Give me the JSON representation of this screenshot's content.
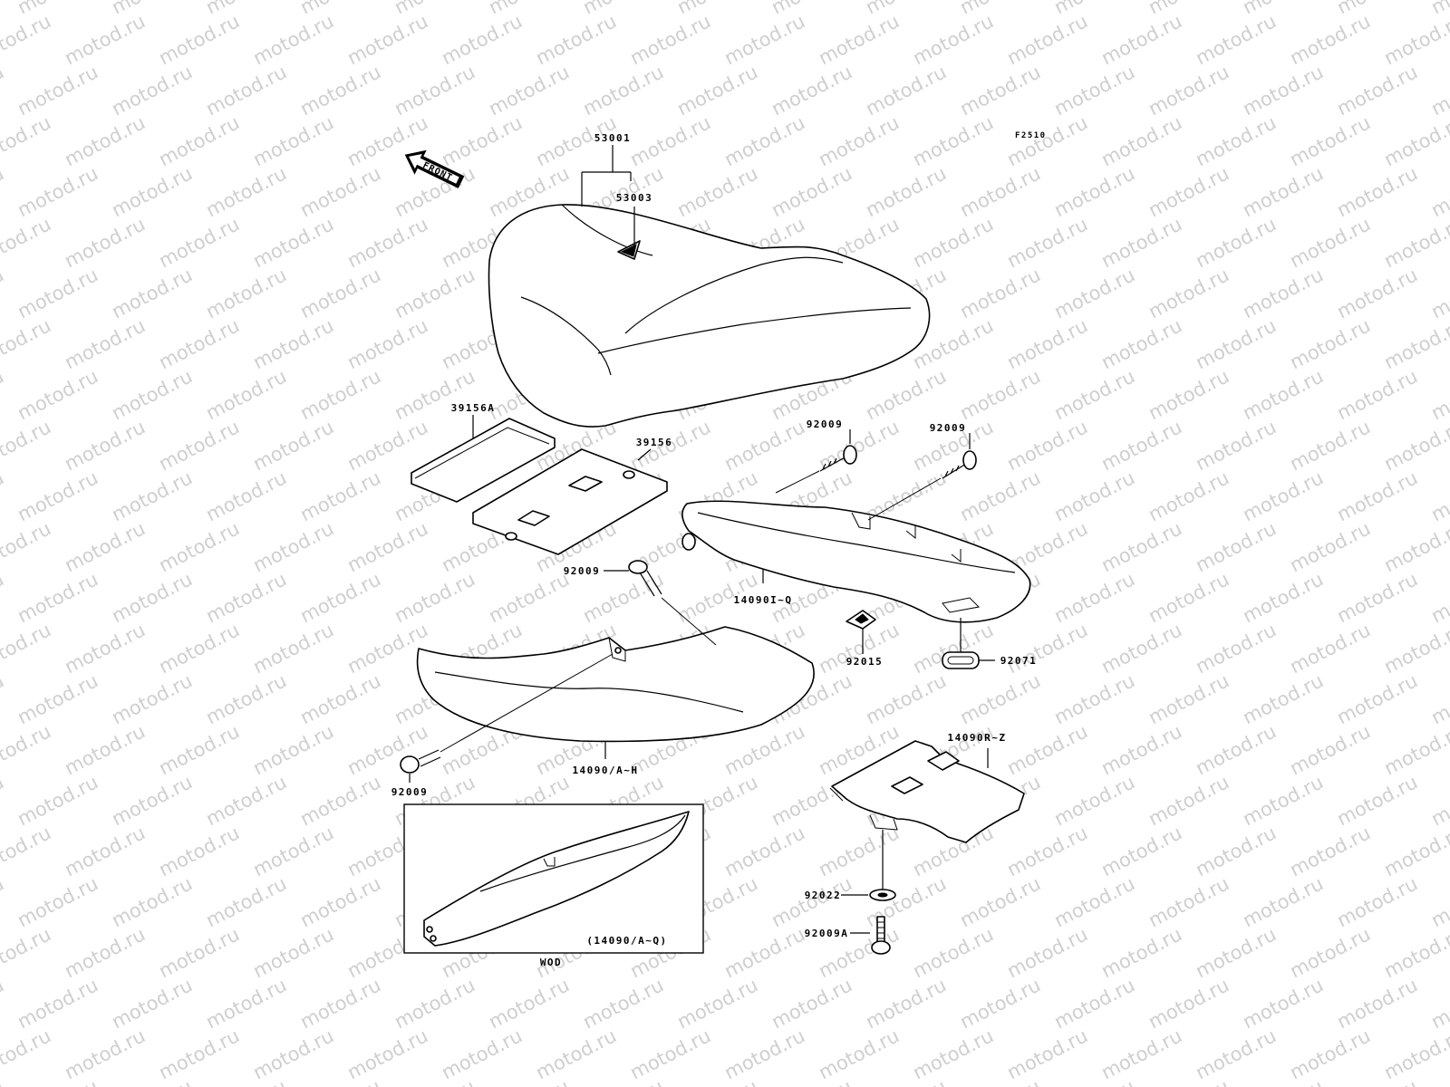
{
  "diagram": {
    "figure_code": "F2510",
    "front_arrow_label": "FRONT",
    "watermark": "motod.ru",
    "inset_caption": "WOD",
    "inset_part_label": "(14090/A~Q)",
    "parts": [
      {
        "id": "p53001",
        "number": "53001"
      },
      {
        "id": "p53003",
        "number": "53003"
      },
      {
        "id": "p39156A",
        "number": "39156A"
      },
      {
        "id": "p39156",
        "number": "39156"
      },
      {
        "id": "p92009_a",
        "number": "92009"
      },
      {
        "id": "p92009_b",
        "number": "92009"
      },
      {
        "id": "p92009_c",
        "number": "92009"
      },
      {
        "id": "p140901",
        "number": "14090I~Q"
      },
      {
        "id": "p92015",
        "number": "92015"
      },
      {
        "id": "p92071",
        "number": "92071"
      },
      {
        "id": "p14090A",
        "number": "14090/A~H"
      },
      {
        "id": "p92009_d",
        "number": "92009"
      },
      {
        "id": "p14090R",
        "number": "14090R~Z"
      },
      {
        "id": "p92022",
        "number": "92022"
      },
      {
        "id": "p92009A",
        "number": "92009A"
      }
    ]
  }
}
